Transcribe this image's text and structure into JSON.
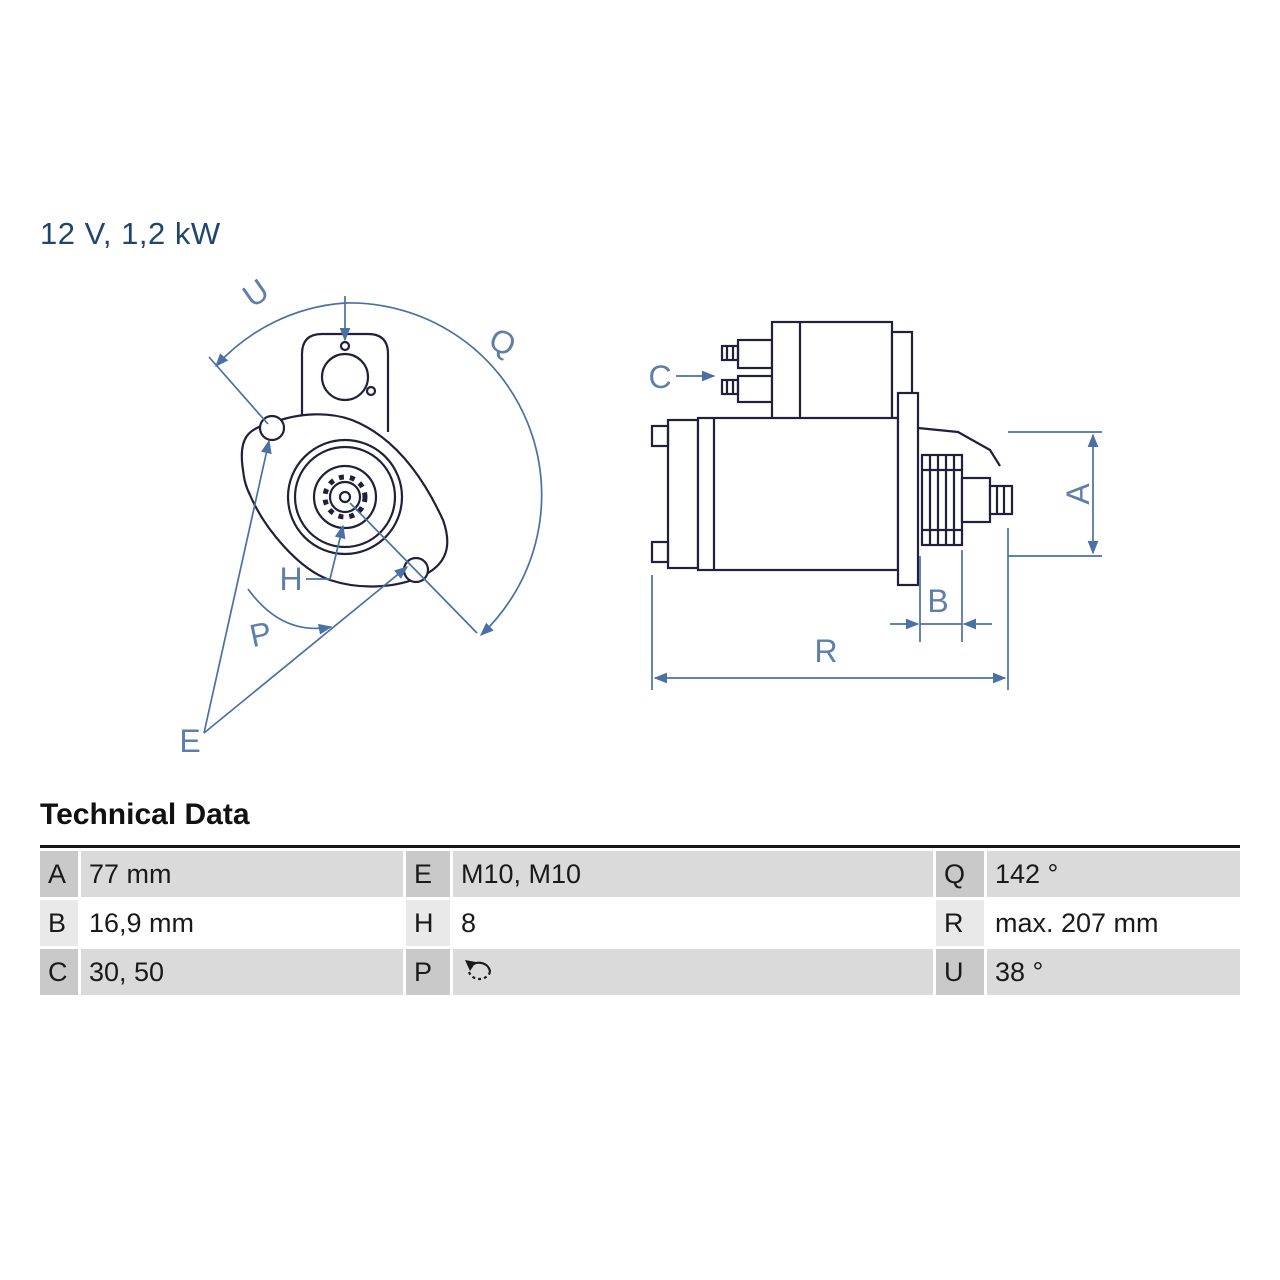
{
  "product": {
    "spec_label": "12 V, 1,2 kW"
  },
  "diagram": {
    "front": {
      "u": "U",
      "q": "Q",
      "h": "H",
      "p": "P",
      "e": "E"
    },
    "side": {
      "c": "C",
      "a": "A",
      "b": "B",
      "r": "R"
    }
  },
  "technical_data": {
    "heading": "Technical Data",
    "rows": [
      {
        "k1": "A",
        "v1": "77 mm",
        "k2": "E",
        "v2": "M10, M10",
        "k3": "Q",
        "v3": "142 °"
      },
      {
        "k1": "B",
        "v1": "16,9 mm",
        "k2": "H",
        "v2": "8",
        "k3": "R",
        "v3": "max. 207 mm"
      },
      {
        "k1": "C",
        "v1": "30, 50",
        "k2": "P",
        "v2_icon": "counterclockwise-rotation",
        "k3": "U",
        "v3": "38 °"
      }
    ]
  },
  "colors": {
    "dimension_blue": "#4a70a5",
    "part_line": "#20203a",
    "spec_text": "#20456f",
    "row_gray": "#dadada",
    "key_gray": "#c9c9c9"
  }
}
